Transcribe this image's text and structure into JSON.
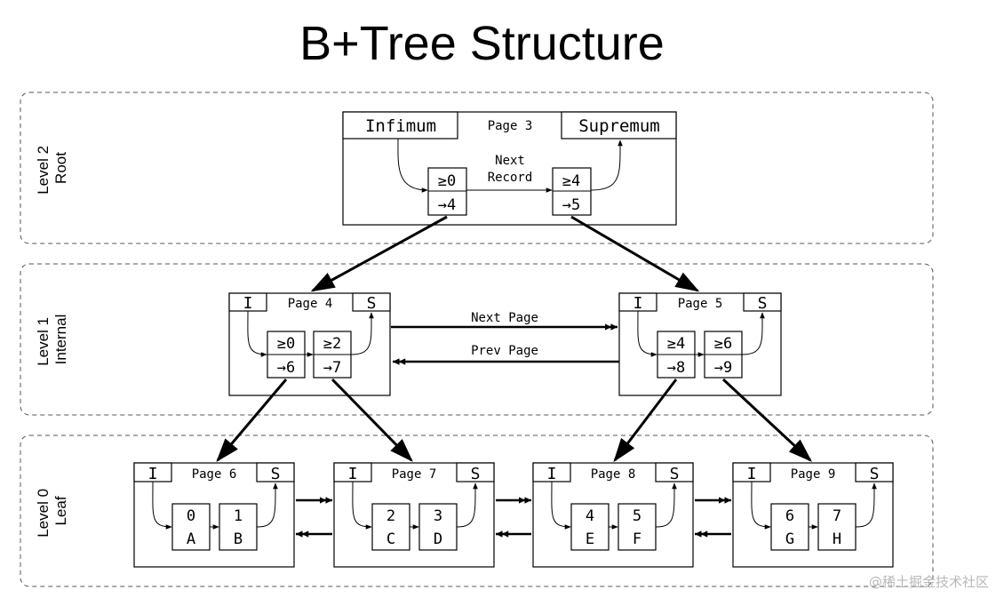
{
  "title": "B+Tree Structure",
  "watermark": "@稀土掘金技术社区",
  "levels": [
    {
      "line1": "Level 2",
      "line2": "Root"
    },
    {
      "line1": "Level 1",
      "line2": "Internal"
    },
    {
      "line1": "Level 0",
      "line2": "Leaf"
    }
  ],
  "root": {
    "page": "Page 3",
    "infimum": "Infimum",
    "supremum": "Supremum",
    "next_record_1": "Next",
    "next_record_2": "Record",
    "records": [
      {
        "key": "≥0",
        "ptr": "→4"
      },
      {
        "key": "≥4",
        "ptr": "→5"
      }
    ]
  },
  "infimum_short": "I",
  "supremum_short": "S",
  "internal": [
    {
      "page": "Page 4",
      "records": [
        {
          "key": "≥0",
          "ptr": "→6"
        },
        {
          "key": "≥2",
          "ptr": "→7"
        }
      ]
    },
    {
      "page": "Page 5",
      "records": [
        {
          "key": "≥4",
          "ptr": "→8"
        },
        {
          "key": "≥6",
          "ptr": "→9"
        }
      ]
    }
  ],
  "links": {
    "next": "Next Page",
    "prev": "Prev Page"
  },
  "leaves": [
    {
      "page": "Page 6",
      "records": [
        {
          "key": "0",
          "val": "A"
        },
        {
          "key": "1",
          "val": "B"
        }
      ]
    },
    {
      "page": "Page 7",
      "records": [
        {
          "key": "2",
          "val": "C"
        },
        {
          "key": "3",
          "val": "D"
        }
      ]
    },
    {
      "page": "Page 8",
      "records": [
        {
          "key": "4",
          "val": "E"
        },
        {
          "key": "5",
          "val": "F"
        }
      ]
    },
    {
      "page": "Page 9",
      "records": [
        {
          "key": "6",
          "val": "G"
        },
        {
          "key": "7",
          "val": "H"
        }
      ]
    }
  ]
}
